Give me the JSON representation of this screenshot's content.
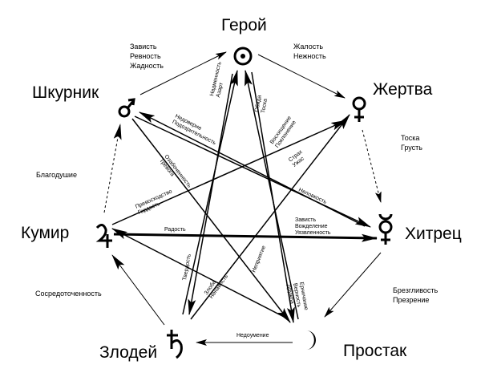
{
  "nodes": {
    "geroy": {
      "label": "Герой",
      "symbol": "sun-symbol"
    },
    "zhertva": {
      "label": "Жертва",
      "symbol": "venus-symbol"
    },
    "khitrets": {
      "label": "Хитрец",
      "symbol": "mercury-symbol"
    },
    "prostak": {
      "label": "Простак",
      "symbol": "moon-symbol"
    },
    "zlodey": {
      "label": "Злодей",
      "symbol": "saturn-symbol"
    },
    "kumir": {
      "label": "Кумир",
      "symbol": "jupiter-symbol"
    },
    "shkurnik": {
      "label": "Шкурник",
      "symbol": "mars-symbol"
    }
  },
  "outer_notes": {
    "shkurnik_geroy": [
      "Зависть",
      "Ревность",
      "Жадность"
    ],
    "geroy_zhertva": [
      "Жалость",
      "Нежность"
    ],
    "zhertva_khitrets": [
      "Тоска",
      "Грусть"
    ],
    "khitrets_prostak": [
      "Брезгливость",
      "Презрение"
    ],
    "prostak_zlodey": [
      "Недоумение"
    ],
    "zlodey_kumir": [
      "Сосредоточенность"
    ],
    "kumir_shkurnik": [
      "Благодушие"
    ]
  },
  "inner_notes": {
    "kumir_khitrets": [
      "Радость"
    ],
    "zlodey_geroy_a": [
      "Надменность",
      "Азарт"
    ],
    "zlodey_geroy_b": [
      "Твердость"
    ],
    "geroy_prostak_a": [
      "Обида",
      "Тоска"
    ],
    "geroy_prostak_b": [
      "Ерничание",
      "Верность",
      "Дружба"
    ],
    "shkurnik_zhertva": [
      "Недоверие",
      "Подозрительность"
    ],
    "zlodey_zhertva_a": [
      "Злоба",
      "Ненависть"
    ],
    "zlodey_zhertva_b": [
      "Восхищение",
      "Поклонение"
    ],
    "kumir_zhertva": [
      "Превосходство",
      "Гордость"
    ],
    "shkurnik_prostak": [
      "Озабоченность",
      "Тревога"
    ],
    "shkurnik_khitrets": [
      "Неловкость"
    ],
    "prostak_kumir_a": [
      "Страх",
      "Ужас"
    ],
    "prostak_kumir_b": [
      "Неприятие"
    ],
    "khitrets_lower": [
      "Зависть",
      "Вожделение",
      "Уязвленность"
    ]
  },
  "colors": {
    "ink": "#000000",
    "background": "#ffffff"
  }
}
